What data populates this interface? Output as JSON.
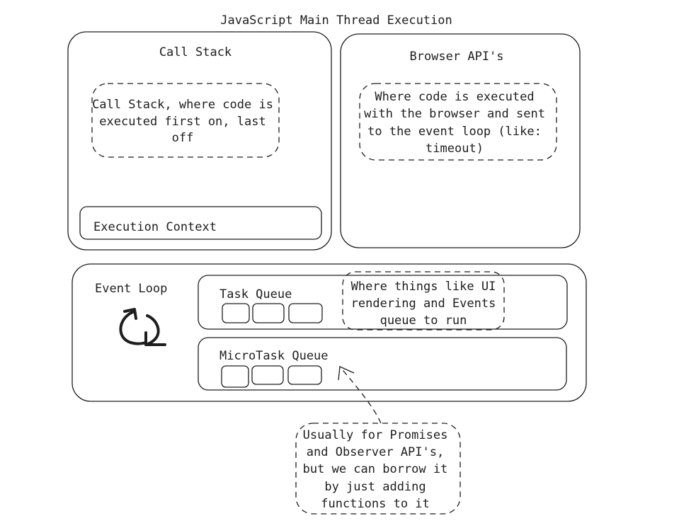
{
  "diagram": {
    "title": "JavaScript Main Thread Execution",
    "call_stack": {
      "heading": "Call Stack",
      "note": [
        "Call Stack, where code is",
        "executed first on, last",
        "off"
      ],
      "execution_context": "Execution Context"
    },
    "browser_apis": {
      "heading": "Browser API's",
      "note": [
        "Where code is executed",
        "with the browser and sent",
        "to the event loop (like:",
        "timeout)"
      ]
    },
    "event_loop": {
      "heading": "Event Loop",
      "icon": "refresh-cycle-icon",
      "task_queue": {
        "heading": "Task Queue",
        "slots": 3,
        "note": [
          "Where things like UI",
          "rendering and Events",
          "queue to run"
        ]
      },
      "microtask_queue": {
        "heading": "MicroTask Queue",
        "slots": 3
      }
    },
    "microtask_note": [
      "Usually for Promises",
      "and Observer API's,",
      "but we can borrow it",
      "by just adding",
      "functions to it"
    ],
    "stroke_color": "#1e1e1e"
  }
}
